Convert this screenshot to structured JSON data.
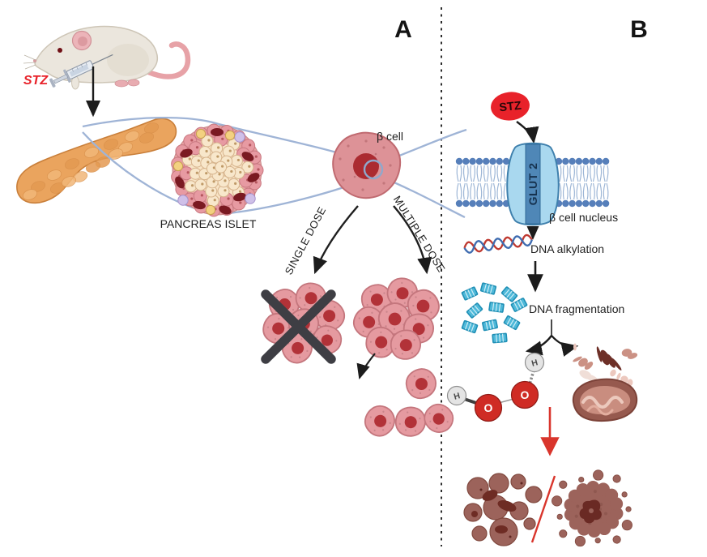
{
  "panels": {
    "a": "A",
    "b": "B"
  },
  "panel_a": {
    "stz_label": "STZ",
    "pancreas_islet_label": "PANCREAS ISLET",
    "beta_cell_label": "β cell",
    "single_dose_label": "SINGLE DOSE",
    "multiple_dose_label": "MULTIPLE DOSE"
  },
  "panel_b": {
    "stz_badge_label": "STZ",
    "glut2_label": "GLUT 2",
    "beta_cell_nucleus_label": "β cell nucleus",
    "dna_alkylation_label": "DNA alkylation",
    "dna_fragmentation_label": "DNA fragmentation",
    "hydrogen_label": "H",
    "oxygen_label": "O"
  },
  "colors": {
    "stz_red": "#e8222a",
    "membrane_blue": "#567fba",
    "glut2_fill": "#a9d8ef",
    "glut2_channel": "#4f87b7",
    "cell_pink": "#e59aa0",
    "nucleus_red": "#b23238",
    "pancreas_orange": "#eaa45e",
    "callout_blue": "#9fb4d6",
    "dna_fragment_teal": "#4fb9d9",
    "oxygen_red": "#cf2b24",
    "hydrogen_grey": "#e4e4e4",
    "death_arrow_red": "#d9352c",
    "debris_brown": "#9c635b",
    "arrow_black": "#1c1c1c"
  }
}
